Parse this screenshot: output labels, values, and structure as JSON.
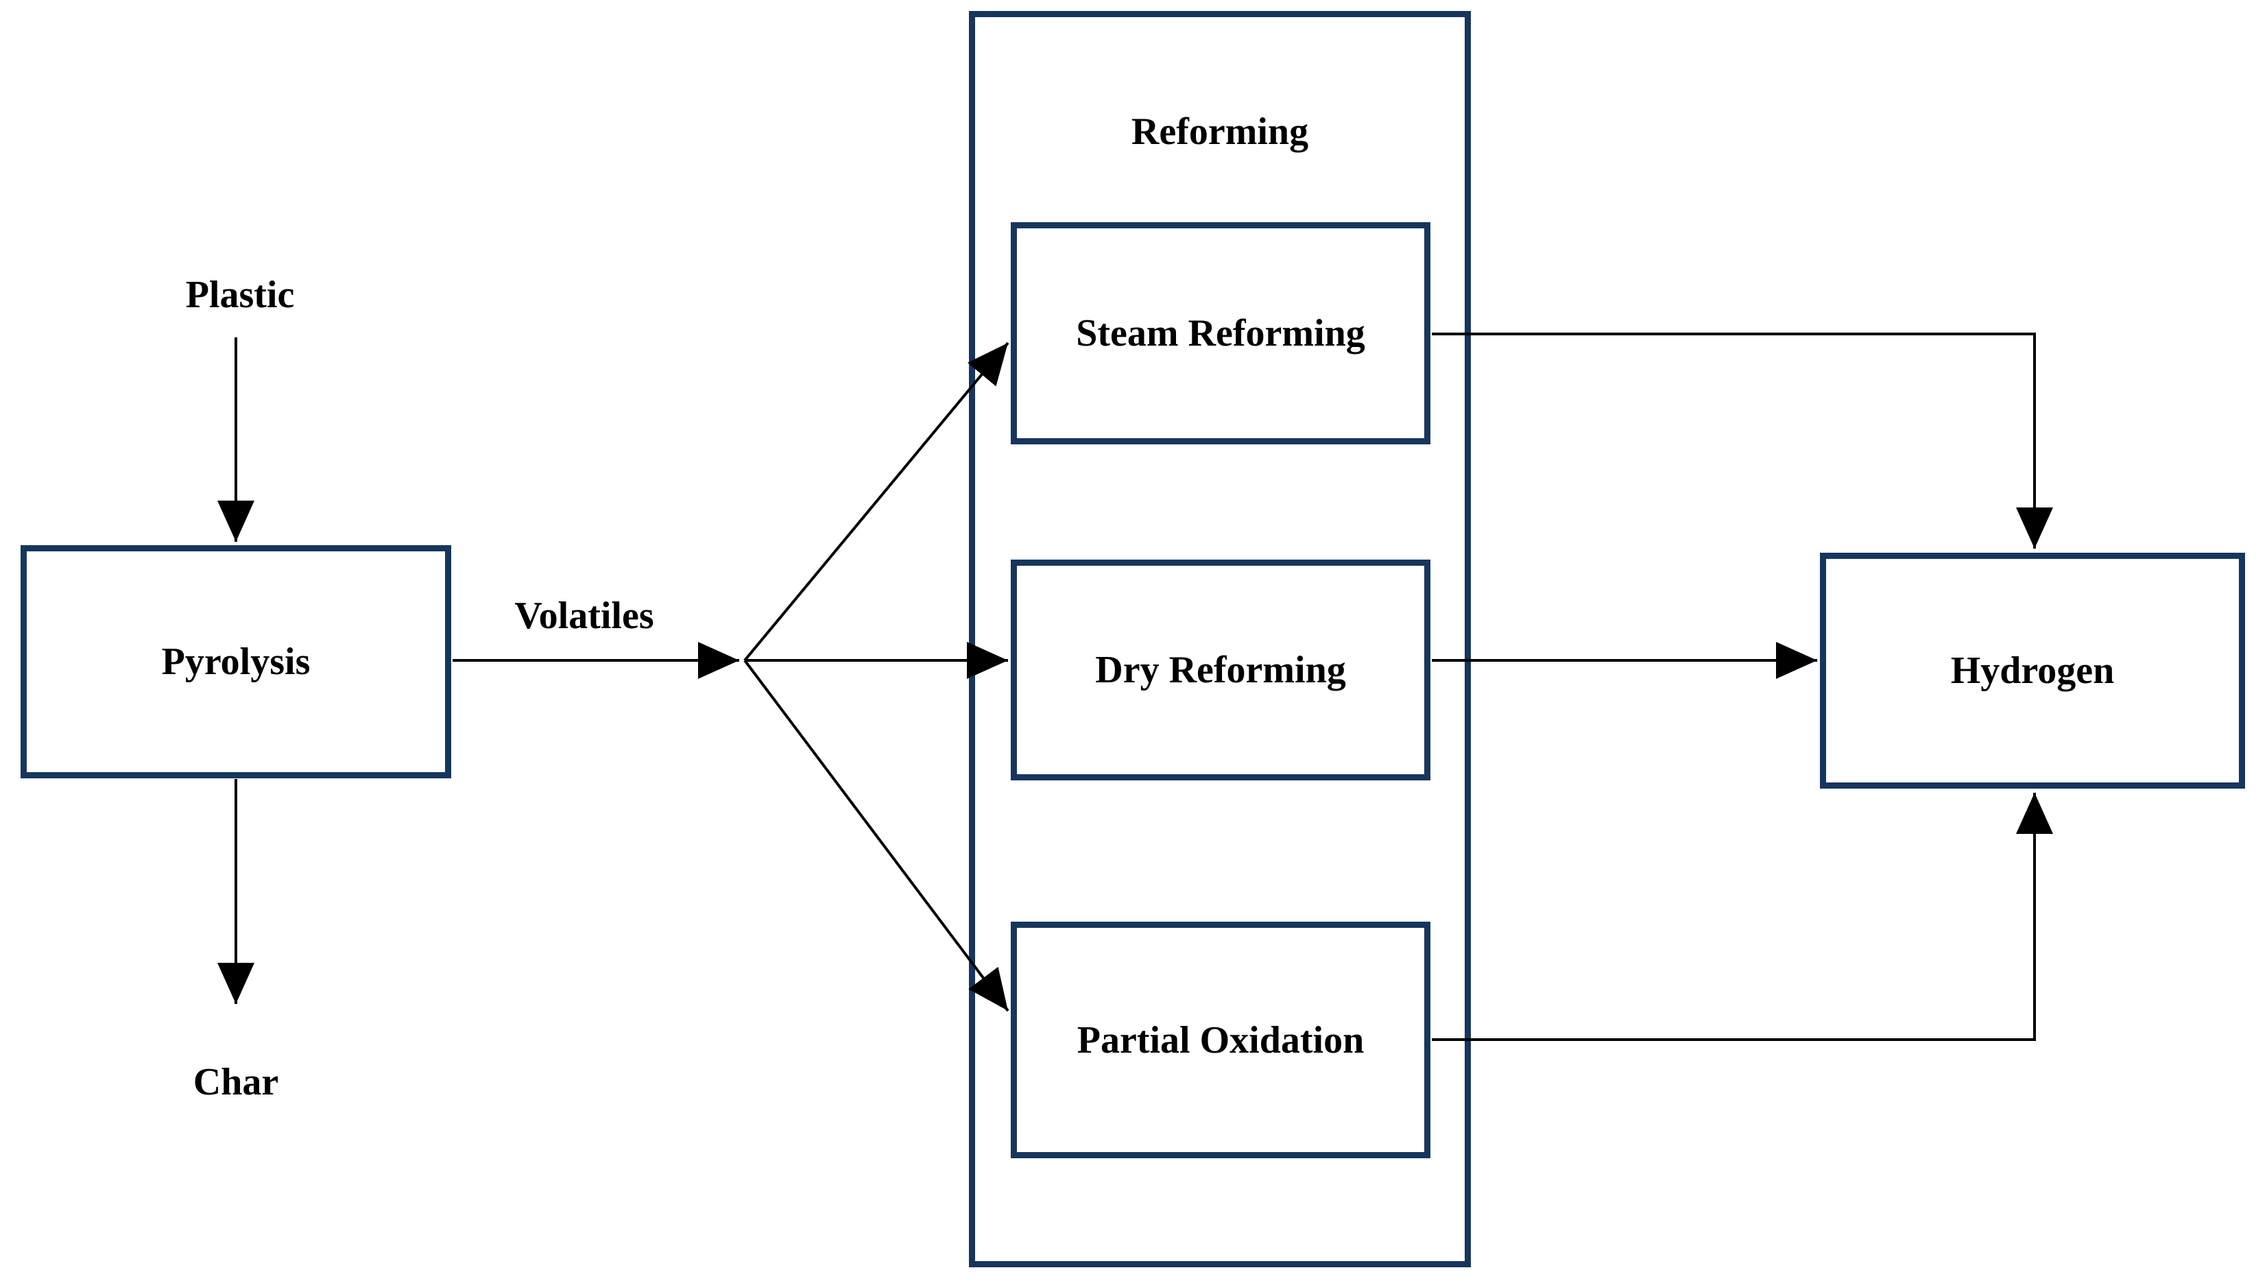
{
  "diagram": {
    "nodes": {
      "plastic": "Plastic",
      "pyrolysis": "Pyrolysis",
      "char": "Char",
      "volatiles": "Volatiles",
      "reforming_group": "Reforming",
      "steam_reforming": "Steam Reforming",
      "dry_reforming": "Dry Reforming",
      "partial_oxidation": "Partial Oxidation",
      "hydrogen": "Hydrogen"
    },
    "colors": {
      "border": "#17365d",
      "line": "#000000",
      "text": "#000000",
      "background": "#ffffff"
    },
    "edges": [
      {
        "from": "Plastic",
        "to": "Pyrolysis",
        "label": ""
      },
      {
        "from": "Pyrolysis",
        "to": "Char",
        "label": ""
      },
      {
        "from": "Pyrolysis",
        "to": "Steam Reforming",
        "label": "Volatiles"
      },
      {
        "from": "Pyrolysis",
        "to": "Dry Reforming",
        "label": "Volatiles"
      },
      {
        "from": "Pyrolysis",
        "to": "Partial Oxidation",
        "label": "Volatiles"
      },
      {
        "from": "Steam Reforming",
        "to": "Hydrogen",
        "label": ""
      },
      {
        "from": "Dry Reforming",
        "to": "Hydrogen",
        "label": ""
      },
      {
        "from": "Partial Oxidation",
        "to": "Hydrogen",
        "label": ""
      }
    ]
  }
}
